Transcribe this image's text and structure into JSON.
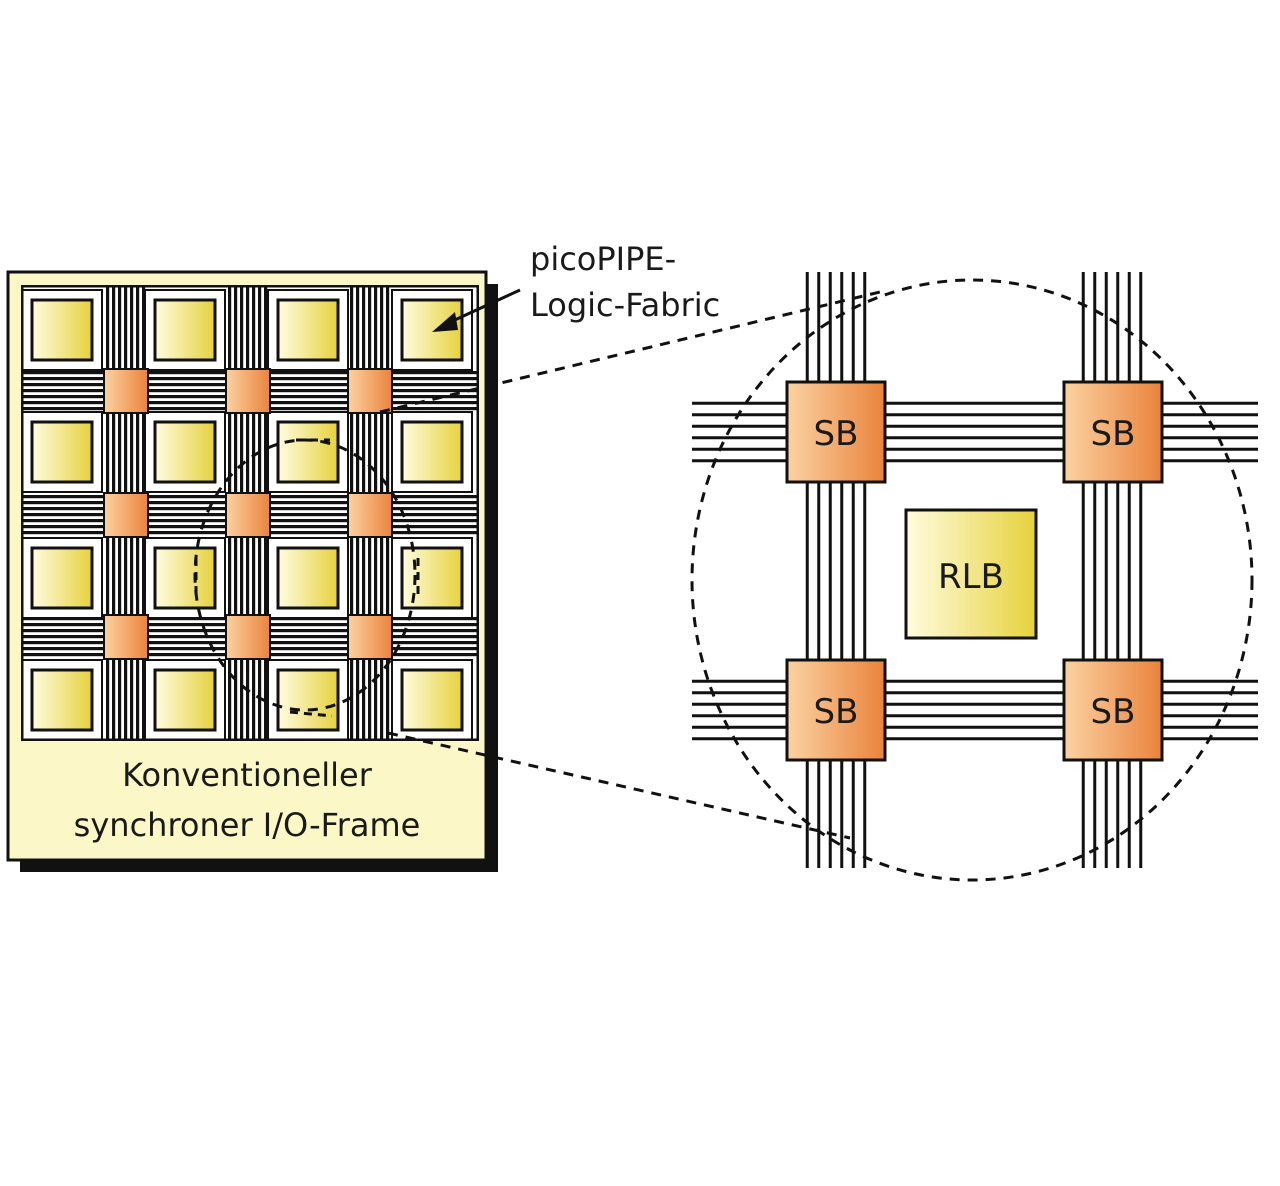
{
  "labels": {
    "fabric_line1": "picoPIPE-",
    "fabric_line2": "Logic-Fabric",
    "frame_line1": "Konventioneller",
    "frame_line2": "synchroner I/O-Frame",
    "switch_box": "SB",
    "logic_block": "RLB"
  },
  "colors": {
    "frame_fill": "#fbf7c6",
    "frame_stroke": "#111111",
    "shadow": "#111111",
    "rlb_fill_light": "#fffbd7",
    "rlb_fill_dark": "#e9d646",
    "sb_fill_light": "#fbcf9e",
    "sb_fill_dark": "#ec8a43",
    "wire": "#111111",
    "dashed": "#111111"
  }
}
